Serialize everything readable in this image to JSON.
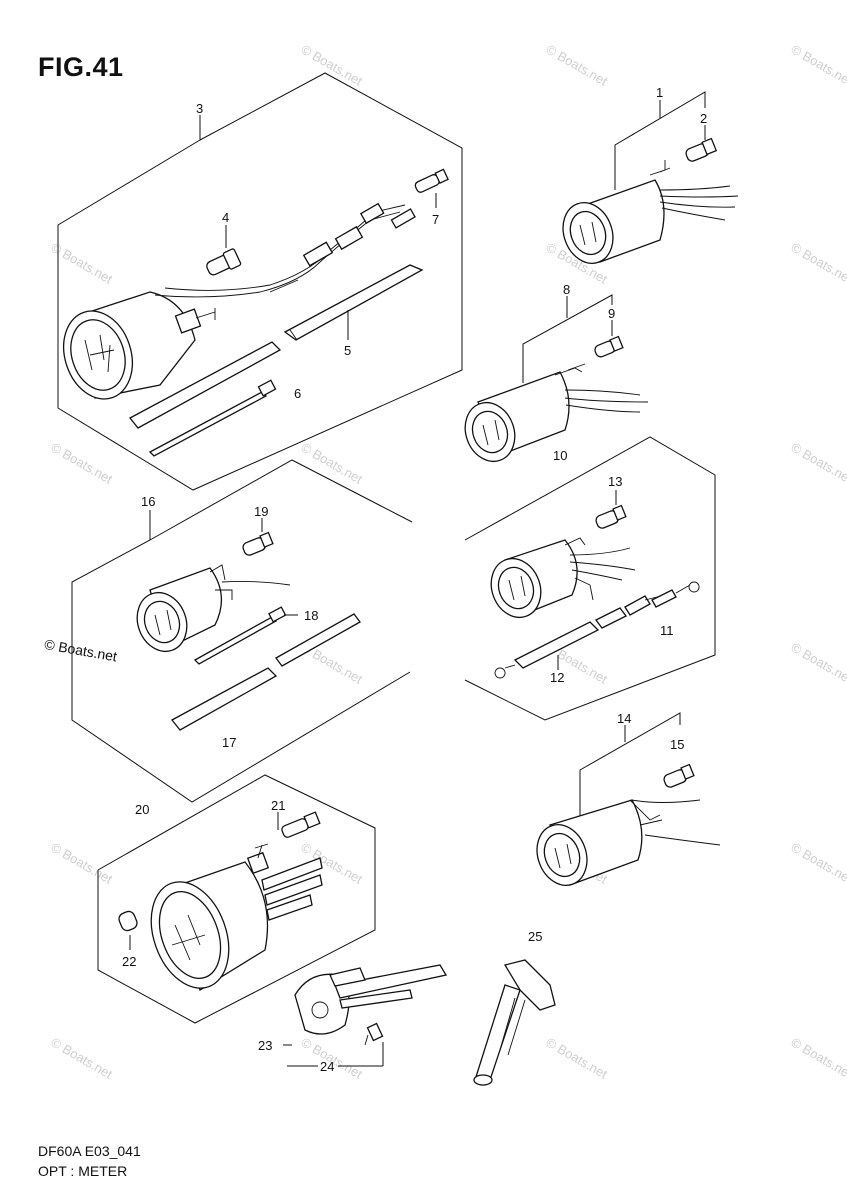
{
  "figure": {
    "title": "FIG.41",
    "model_code": "DF60A E03_041",
    "caption": "OPT : METER",
    "credit": "© Boats.net",
    "watermark": "© Boats.net"
  },
  "callouts": [
    {
      "id": "c1",
      "label": "1"
    },
    {
      "id": "c2",
      "label": "2"
    },
    {
      "id": "c3",
      "label": "3"
    },
    {
      "id": "c4",
      "label": "4"
    },
    {
      "id": "c5",
      "label": "5"
    },
    {
      "id": "c6",
      "label": "6"
    },
    {
      "id": "c7",
      "label": "7"
    },
    {
      "id": "c8",
      "label": "8"
    },
    {
      "id": "c9",
      "label": "9"
    },
    {
      "id": "c10",
      "label": "10"
    },
    {
      "id": "c11",
      "label": "11"
    },
    {
      "id": "c12",
      "label": "12"
    },
    {
      "id": "c13",
      "label": "13"
    },
    {
      "id": "c14",
      "label": "14"
    },
    {
      "id": "c15",
      "label": "15"
    },
    {
      "id": "c16",
      "label": "16"
    },
    {
      "id": "c17",
      "label": "17"
    },
    {
      "id": "c18",
      "label": "18"
    },
    {
      "id": "c19",
      "label": "19"
    },
    {
      "id": "c20",
      "label": "20"
    },
    {
      "id": "c21",
      "label": "21"
    },
    {
      "id": "c22",
      "label": "22"
    },
    {
      "id": "c23",
      "label": "23"
    },
    {
      "id": "c24",
      "label": "24"
    },
    {
      "id": "c25",
      "label": "25"
    }
  ]
}
